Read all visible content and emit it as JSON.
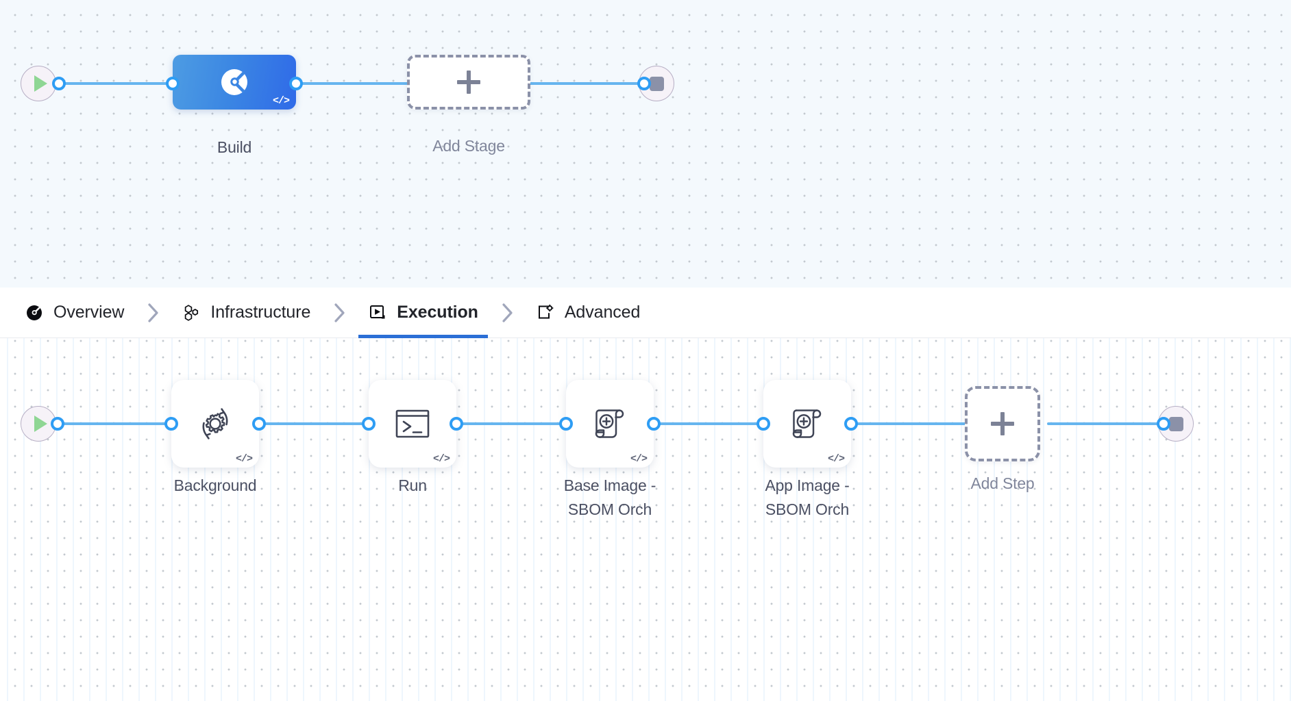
{
  "stage_canvas": {
    "name": "pipeline-stage-canvas",
    "background_color": "#f4f9fd",
    "start_node": {
      "icon": "play-icon",
      "label": ""
    },
    "end_node": {
      "icon": "stop-icon",
      "label": ""
    },
    "nodes": [
      {
        "id": "build",
        "label": "Build",
        "type": "stage",
        "icon": "ci-build-icon",
        "badge": "</>",
        "selected": true,
        "accent": "#3b86e3"
      },
      {
        "id": "add-stage",
        "label": "Add Stage",
        "type": "add-placeholder",
        "icon": "plus-icon",
        "selected": false
      }
    ]
  },
  "tabbar": {
    "name": "stage-config-tabs",
    "active_tab": "Execution",
    "underline_color": "#2b6fd6",
    "separator_icon": "chevron-right-icon",
    "tabs": [
      {
        "id": "overview",
        "label": "Overview",
        "icon": "harness-overview-icon",
        "active": false
      },
      {
        "id": "infrastructure",
        "label": "Infrastructure",
        "icon": "hexagon-cluster-icon",
        "active": false
      },
      {
        "id": "execution",
        "label": "Execution",
        "icon": "play-box-icon",
        "active": true
      },
      {
        "id": "advanced",
        "label": "Advanced",
        "icon": "page-gear-icon",
        "active": false
      }
    ]
  },
  "step_canvas": {
    "name": "pipeline-step-canvas",
    "background_color": "#ffffff",
    "start_node": {
      "icon": "play-icon"
    },
    "end_node": {
      "icon": "stop-icon"
    },
    "steps": [
      {
        "id": "background",
        "label": "Background",
        "icon": "gear-refresh-icon",
        "badge": "</>"
      },
      {
        "id": "run",
        "label": "Run",
        "icon": "terminal-icon",
        "badge": "</>"
      },
      {
        "id": "base-image",
        "label": "Base Image -\nSBOM Orch",
        "icon": "scroll-plus-icon",
        "badge": "</>"
      },
      {
        "id": "app-image",
        "label": "App Image -\nSBOM Orch",
        "icon": "scroll-plus-icon",
        "badge": "</>"
      },
      {
        "id": "add-step",
        "label": "Add Step",
        "icon": "plus-icon",
        "badge": ""
      }
    ]
  },
  "colors": {
    "edge": "#66b5ef",
    "port_stroke": "#2e9df4",
    "dashed_border": "#8b91a8",
    "label_text": "#4b5063",
    "muted_text": "#80869b"
  }
}
